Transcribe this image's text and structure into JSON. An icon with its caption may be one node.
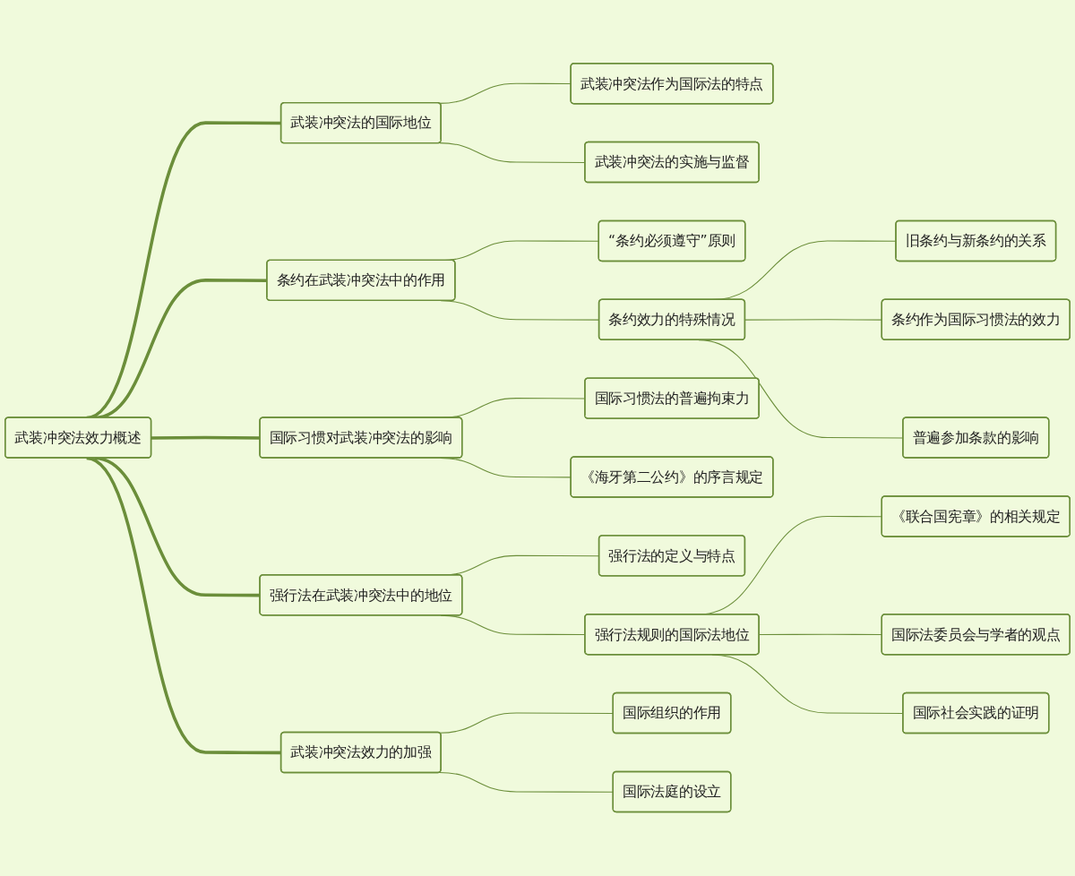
{
  "diagram": {
    "nodes": [
      {
        "text": [
          "武装冲突法效力概述"
        ]
      },
      {
        "text": [
          "武装冲突法的国际地位"
        ]
      },
      {
        "text": [
          "武装冲突法作为国际法的特点"
        ]
      },
      {
        "text": [
          "武装冲突法的实施与监督"
        ]
      },
      {
        "text": [
          "条约在武装冲突法中的作用"
        ]
      },
      {
        "text": [
          "“条约必须遵守”原则"
        ]
      },
      {
        "text": [
          "条约效力的特殊情况"
        ]
      },
      {
        "text": [
          "旧条约与新条约的关系"
        ]
      },
      {
        "text": [
          "条约作为国际习惯法的效力"
        ]
      },
      {
        "text": [
          "普遍参加条款的影响"
        ]
      },
      {
        "text": [
          "国际习惯对武装冲突法的影响"
        ]
      },
      {
        "text": [
          "国际习惯法的普遍拘束力"
        ]
      },
      {
        "text": [
          "《海牙第二公约》的序言规定"
        ]
      },
      {
        "text": [
          "强行法在武装冲突法中的地位"
        ]
      },
      {
        "text": [
          "强行法的定义与特点"
        ]
      },
      {
        "text": [
          "强行法规则的国际法地位"
        ]
      },
      {
        "text": [
          "《联合国宪章》的相关规定"
        ]
      },
      {
        "text": [
          "国际法委员会与学者的观点"
        ]
      },
      {
        "text": [
          "国际社会实践的证明"
        ]
      },
      {
        "text": [
          "武装冲突法效力的加强"
        ]
      },
      {
        "text": [
          "国际组织的作用"
        ]
      },
      {
        "text": [
          "国际法庭的设立"
        ]
      }
    ],
    "edges": [
      {
        "from": 0,
        "to": 1,
        "arrow": "none",
        "style": "thick"
      },
      {
        "from": 1,
        "to": 2,
        "arrow": "none"
      },
      {
        "from": 1,
        "to": 3,
        "arrow": "none"
      },
      {
        "from": 0,
        "to": 4,
        "arrow": "none",
        "style": "thick"
      },
      {
        "from": 4,
        "to": 5,
        "arrow": "none"
      },
      {
        "from": 4,
        "to": 6,
        "arrow": "none"
      },
      {
        "from": 6,
        "to": 7,
        "arrow": "none"
      },
      {
        "from": 6,
        "to": 8,
        "arrow": "none"
      },
      {
        "from": 6,
        "to": 9,
        "arrow": "none"
      },
      {
        "from": 0,
        "to": 10,
        "arrow": "none",
        "style": "thick"
      },
      {
        "from": 10,
        "to": 11,
        "arrow": "none"
      },
      {
        "from": 10,
        "to": 12,
        "arrow": "none"
      },
      {
        "from": 0,
        "to": 13,
        "arrow": "none",
        "style": "thick"
      },
      {
        "from": 13,
        "to": 14,
        "arrow": "none"
      },
      {
        "from": 13,
        "to": 15,
        "arrow": "none"
      },
      {
        "from": 15,
        "to": 16,
        "arrow": "none"
      },
      {
        "from": 15,
        "to": 17,
        "arrow": "none"
      },
      {
        "from": 15,
        "to": 18,
        "arrow": "none"
      },
      {
        "from": 0,
        "to": 19,
        "arrow": "none",
        "style": "thick"
      },
      {
        "from": 19,
        "to": 20,
        "arrow": "none"
      },
      {
        "from": 19,
        "to": 21,
        "arrow": "none"
      }
    ]
  }
}
